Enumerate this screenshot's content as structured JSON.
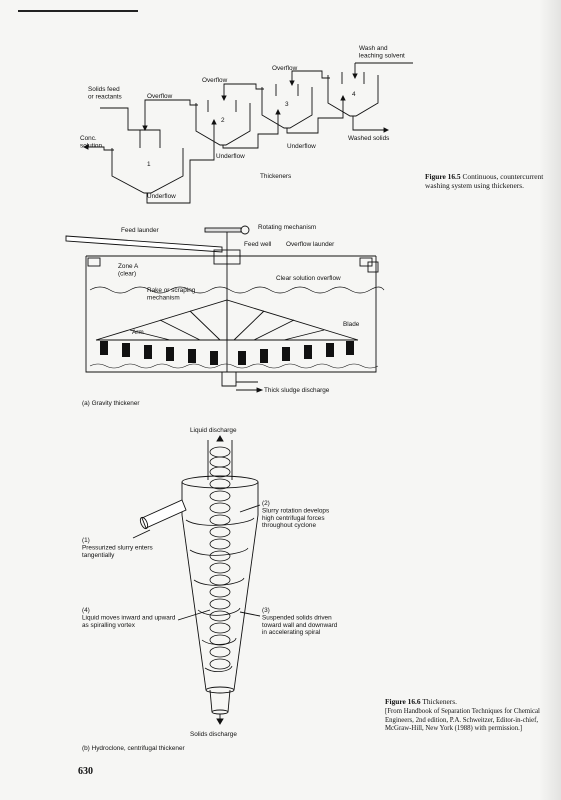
{
  "fig165": {
    "labels": {
      "wash": "Wash and\nleaching solvent",
      "solids_feed": "Solids feed\nor reactants",
      "overflow1": "Overflow",
      "overflow2": "Overflow",
      "overflow3": "Overflow",
      "conc": "Conc.\nsolution",
      "n1": "1",
      "n2": "2",
      "n3": "3",
      "n4": "4",
      "washed": "Washed solids",
      "underflow3": "Underflow",
      "underflow2": "Underflow",
      "thickeners": "Thickeners",
      "underflow1": "Underflow"
    },
    "caption_num": "Figure 16.5",
    "caption_text": "Continuous, countercurrent washing system using thickeners."
  },
  "fig_a": {
    "labels": {
      "feed_launder": "Feed launder",
      "rotating": "Rotating mechanism",
      "feed_well": "Feed well",
      "overflow_launder": "Overflow launder",
      "zone_a": "Zone A\n(clear)",
      "clear_overflow": "Clear solution overflow",
      "rake": "Rake or scraping\nmechanism",
      "blade": "Blade",
      "arm": "Arm",
      "sludge": "Thick sludge discharge",
      "title": "(a) Gravity thickener"
    }
  },
  "fig_b": {
    "labels": {
      "liquid": "Liquid discharge",
      "l2": "(2)\nSlurry rotation develops\nhigh centrifugal forces\nthroughout cyclone",
      "l1": "(1)\nPressurized slurry enters\ntangentially",
      "l4": "(4)\nLiquid moves inward and upward\nas spiralling vortex",
      "l3": "(3)\nSuspended solids driven\ntoward wall and downward\nin accelerating spiral",
      "solids": "Solids discharge",
      "title": "(b) Hydroclone, centrifugal thickener"
    }
  },
  "fig166": {
    "caption_num": "Figure 16.6",
    "caption_title": "Thickeners.",
    "caption_src": "[From Handbook of Separation Techniques for Chemical Engineers, 2nd edition, P.A. Schweitzer, Editor-in-chief, McGraw-Hill, New York (1988) with permission.]"
  },
  "page_number": "630"
}
